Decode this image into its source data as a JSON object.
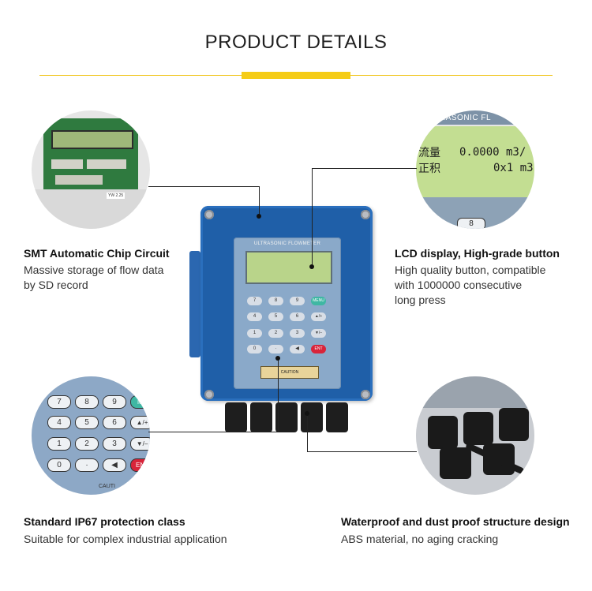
{
  "header": {
    "title": "PRODUCT DETAILS"
  },
  "colors": {
    "accent": "#f5cc17",
    "device_blue": "#1f5fa8",
    "lcd_green": "#c3de92"
  },
  "features": {
    "top_left": {
      "title": "SMT Automatic Chip Circuit",
      "desc_line1": "Massive storage of flow data",
      "desc_line2": "by SD record"
    },
    "top_right": {
      "title": "LCD display, High-grade button",
      "desc_line1": "High quality button, compatible",
      "desc_line2": "with 1000000 consecutive",
      "desc_line3": "long press"
    },
    "bottom_left": {
      "title": "Standard IP67 protection class",
      "desc_line1": "Suitable for complex industrial application"
    },
    "bottom_right": {
      "title": "Waterproof and dust proof structure design",
      "desc_line1": "ABS material, no aging cracking"
    }
  },
  "device": {
    "panel_label": "ULTRASONIC FLOWMETER",
    "caution_label": "CAUTION",
    "keys": [
      "7",
      "8",
      "9",
      "MENU",
      "4",
      "5",
      "6",
      "▲/+",
      "1",
      "2",
      "3",
      "▼/–",
      "0",
      "·",
      "◀",
      "ENT"
    ]
  },
  "closeups": {
    "lcd": {
      "header": "RASONIC FL",
      "line1_cn": "流量",
      "line1_value": "0.0000 m3/",
      "line2_cn": "正积",
      "line2_value": "0x1 m3",
      "key_hint": "8"
    },
    "keypad": {
      "row1": [
        "7",
        "8",
        "9",
        "ME"
      ],
      "row2": [
        "4",
        "5",
        "6",
        "▲/+"
      ],
      "row3": [
        "1",
        "2",
        "3",
        "▼/–"
      ],
      "row4": [
        "0",
        "·",
        "◀",
        "ENT"
      ],
      "bottom_label": "CAUTI"
    },
    "pcb": {
      "label": "YW 2.25"
    }
  }
}
